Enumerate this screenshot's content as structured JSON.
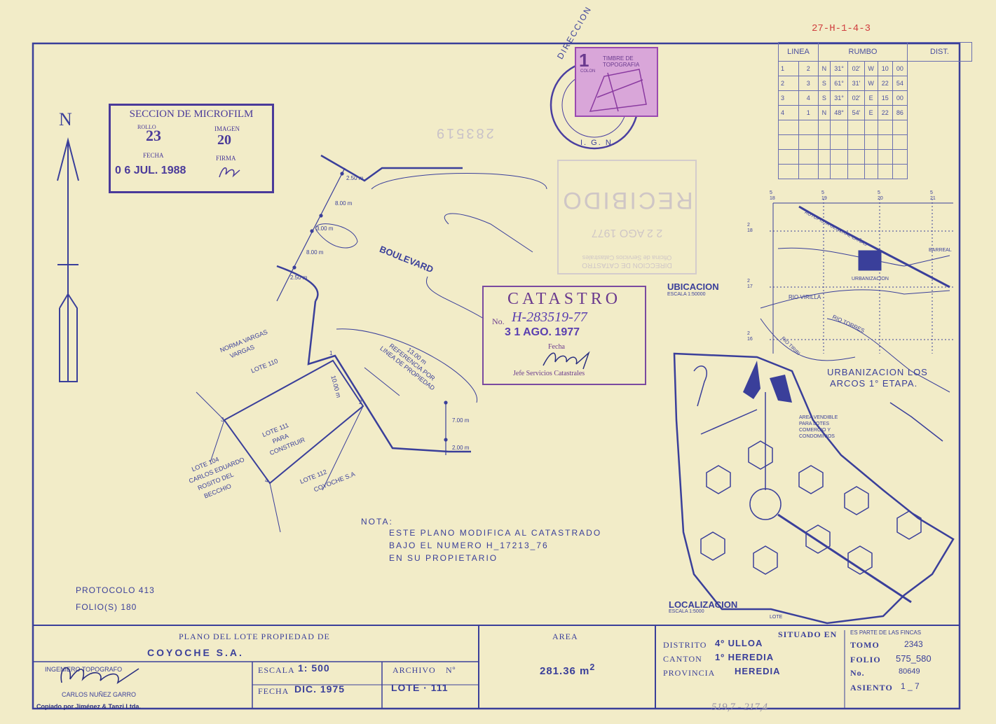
{
  "ref_code": "27-H-1-4-3",
  "bottom_ref": "519,7 - 217,4",
  "north": "N",
  "microfilm": {
    "title": "SECCION DE MICROFILM",
    "rollo_label": "ROLLO",
    "rollo": "23",
    "imagen_label": "IMAGEN",
    "imagen": "20",
    "fecha_label": "FECHA",
    "fecha": "0 6 JUL. 1988",
    "firma_label": "FIRMA"
  },
  "igm_stamp": {
    "ring": "DIRECCION",
    "bottom": "I. G. N.",
    "timbre": "TIMBRE DE TOPOGRAFIA",
    "value": "1",
    "colon": "COLON"
  },
  "recibido_stamp": {
    "line1": "DIRECCION DE CATASTRO",
    "line2": "Oficina de Servicios Catastrales",
    "date": "2 2 AGO 1977",
    "word": "RECIBIDO"
  },
  "faint_number": "283519",
  "catastro": {
    "title": "CATASTRO",
    "no_label": "No.",
    "number": "H-283519-77",
    "date": "3 1 AGO. 1977",
    "fecha_label": "Fecha",
    "footer": "Jefe Servicios Catastrales"
  },
  "traverse": {
    "headers": [
      "LINEA",
      "RUMBO",
      "DIST."
    ],
    "rows": [
      [
        "1",
        "2",
        "N",
        "31°",
        "02'",
        "W",
        "10",
        "00"
      ],
      [
        "2",
        "3",
        "S",
        "61°",
        "31'",
        "W",
        "22",
        "54"
      ],
      [
        "3",
        "4",
        "S",
        "31°",
        "02'",
        "E",
        "15",
        "00"
      ],
      [
        "4",
        "1",
        "N",
        "48°",
        "54'",
        "E",
        "22",
        "86"
      ]
    ],
    "empty_rows": 4
  },
  "plan": {
    "boulevard": "BOULEVARD",
    "dims": [
      "2.50 m",
      "8.00 m",
      "3.00 m",
      "8.00 m",
      "2.50 m"
    ],
    "ref_line": [
      "13.00 m",
      "REFERENCIA POR",
      "LINEA DE PROPIEDAD"
    ],
    "dim_700": "7.00 m",
    "dim_200": "2.00 m",
    "dim_1000": "10.00 m",
    "owner_110": [
      "NORMA VARGAS",
      "VARGAS",
      "LOTE 110"
    ],
    "lote_111": [
      "LOTE 111",
      "PARA",
      "CONSTRUIR"
    ],
    "lote_104": [
      "LOTE 104",
      "CARLOS EDUARDO",
      "ROSITO DEL",
      "BECCHIO"
    ],
    "lote_112": [
      "LOTE 112",
      "COYOCHE S.A"
    ],
    "vertices": [
      "1",
      "2",
      "3",
      "4"
    ]
  },
  "ubicacion": {
    "title": "UBICACION",
    "scale": "ESCALA 1:50000",
    "grid_top": [
      "5\n18",
      "5\n19",
      "5\n20",
      "5\n21"
    ],
    "grid_left": [
      "2\n18",
      "2\n17",
      "2\n16"
    ],
    "labels": [
      "AUTOPISTA GENERAL CAÑAS",
      "BARREAL",
      "URBANIZACION",
      "RIO VIRILLA",
      "RIO TORRES",
      "RIO TIRIBI"
    ]
  },
  "localizacion": {
    "title": "LOCALIZACION",
    "scale": "ESCALA 1:5000",
    "urb": [
      "URBANIZACION LOS",
      "ARCOS 1° ETAPA."
    ],
    "area_vendible": [
      "AREA VENDIBLE",
      "PARA LOTES",
      "COMERCIO Y",
      "CONDOMINIOS"
    ],
    "lote": "LOTE"
  },
  "nota": {
    "title": "NOTA:",
    "lines": [
      "ESTE PLANO MODIFICA AL CATASTRADO",
      "BAJO EL NUMERO H_17213_76",
      "EN SU PROPIETARIO"
    ]
  },
  "protocolo": "PROTOCOLO 413",
  "folios": "FOLIO(S) 180",
  "title_block": {
    "plano_label": "PLANO DEL LOTE PROPIEDAD DE",
    "owner": "COYOCHE  S.A.",
    "ingeniero_label": "INGENIERO TOPOGRAFO",
    "ingeniero": "CARLOS NUÑEZ GARRO",
    "escala_label": "ESCALA",
    "escala": "1: 500",
    "fecha_label": "FECHA",
    "fecha": "DIC. 1975",
    "archivo_label": "ARCHIVO",
    "no_label": "Nº",
    "archivo": "LOTE · 111",
    "area_label": "AREA",
    "area": "281.36 m",
    "area_sup": "2",
    "situado_label": "SITUADO EN",
    "distrito_label": "DISTRITO",
    "distrito": "4º ULLOA",
    "canton_label": "CANTON",
    "canton": "1º HEREDIA",
    "provincia_label": "PROVINCIA",
    "provincia": "HEREDIA",
    "fincas_label": "ES PARTE DE LAS FINCAS",
    "tomo_label": "TOMO",
    "tomo": "2343",
    "folio_label": "FOLIO",
    "folio": "575_580",
    "no2_label": "No.",
    "no2": "80649",
    "asiento_label": "ASIENTO",
    "asiento": "1 _ 7"
  },
  "copied_by": "Copiado por Jiménez & Tanzi Ltda."
}
